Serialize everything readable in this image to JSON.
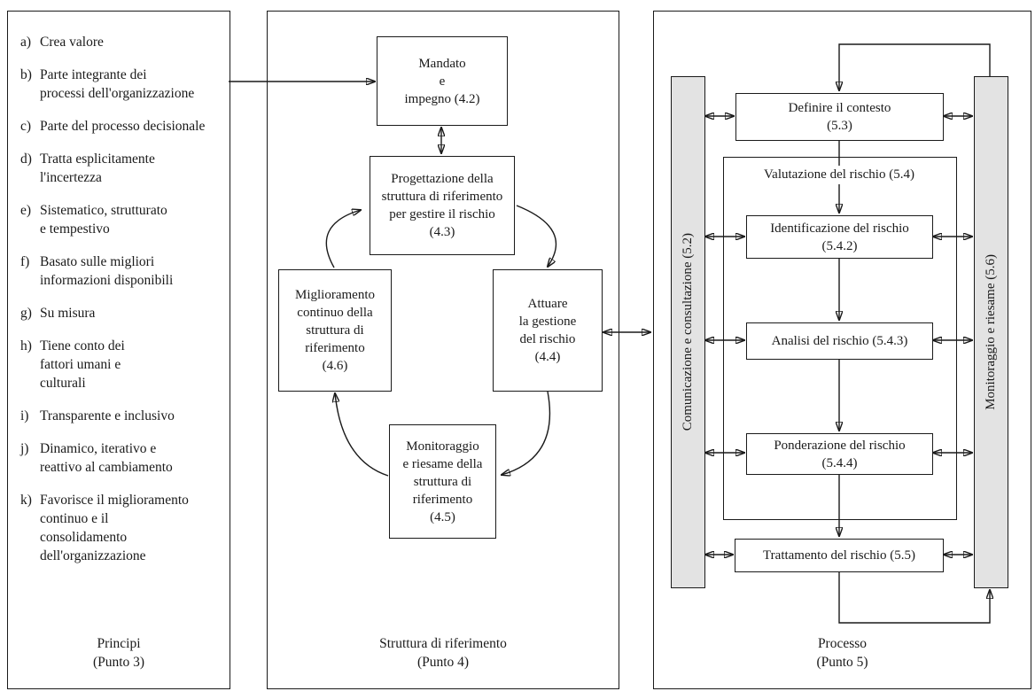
{
  "colors": {
    "line": "#1a1a1a",
    "bar_fill": "#e3e3e3",
    "background": "#ffffff"
  },
  "principles": {
    "caption": [
      "Principi",
      "(Punto 3)"
    ],
    "items": [
      {
        "label": "a)",
        "text": [
          "Crea valore"
        ]
      },
      {
        "label": "b)",
        "text": [
          "Parte integrante dei",
          "processi dell'organizzazione"
        ]
      },
      {
        "label": "c)",
        "text": [
          "Parte del processo decisionale"
        ]
      },
      {
        "label": "d)",
        "text": [
          "Tratta esplicitamente",
          "l'incertezza"
        ]
      },
      {
        "label": "e)",
        "text": [
          "Sistematico, strutturato",
          "e tempestivo"
        ]
      },
      {
        "label": "f)",
        "text": [
          "Basato sulle migliori",
          "informazioni disponibili"
        ]
      },
      {
        "label": "g)",
        "text": [
          "Su misura"
        ]
      },
      {
        "label": "h)",
        "text": [
          "Tiene conto dei",
          "fattori umani e",
          "culturali"
        ]
      },
      {
        "label": "i)",
        "text": [
          "Transparente e inclusivo"
        ]
      },
      {
        "label": "j)",
        "text": [
          "Dinamico, iterativo e",
          "reattivo al cambiamento"
        ]
      },
      {
        "label": "k)",
        "text": [
          "Favorisce il miglioramento",
          "continuo e il",
          "consolidamento",
          "dell'organizzazione"
        ]
      }
    ]
  },
  "framework": {
    "caption": [
      "Struttura di riferimento",
      "(Punto 4)"
    ],
    "mandato": [
      "Mandato",
      "e",
      "impegno (4.2)"
    ],
    "progettazione": [
      "Progettazione della",
      "struttura di riferimento",
      "per gestire il rischio",
      "(4.3)"
    ],
    "miglioramento": [
      "Miglioramento",
      "continuo della",
      "struttura di",
      "riferimento",
      "(4.6)"
    ],
    "attuare": [
      "Attuare",
      "la gestione",
      "del rischio",
      "(4.4)"
    ],
    "monitoraggio": [
      "Monitoraggio",
      "e riesame della",
      "struttura di",
      "riferimento",
      "(4.5)"
    ]
  },
  "process": {
    "caption": [
      "Processo",
      "(Punto 5)"
    ],
    "comunicazione_bar": "Comunicazione e consultazione (5.2)",
    "monitoraggio_bar": "Monitoraggio e riesame (5.6)",
    "definire": [
      "Definire il contesto",
      "(5.3)"
    ],
    "valutazione_label": "Valutazione del rischio (5.4)",
    "identificazione": [
      "Identificazione del rischio",
      "(5.4.2)"
    ],
    "analisi": "Analisi del rischio (5.4.3)",
    "ponderazione": [
      "Ponderazione del rischio",
      "(5.4.4)"
    ],
    "trattamento": "Trattamento del rischio (5.5)"
  }
}
